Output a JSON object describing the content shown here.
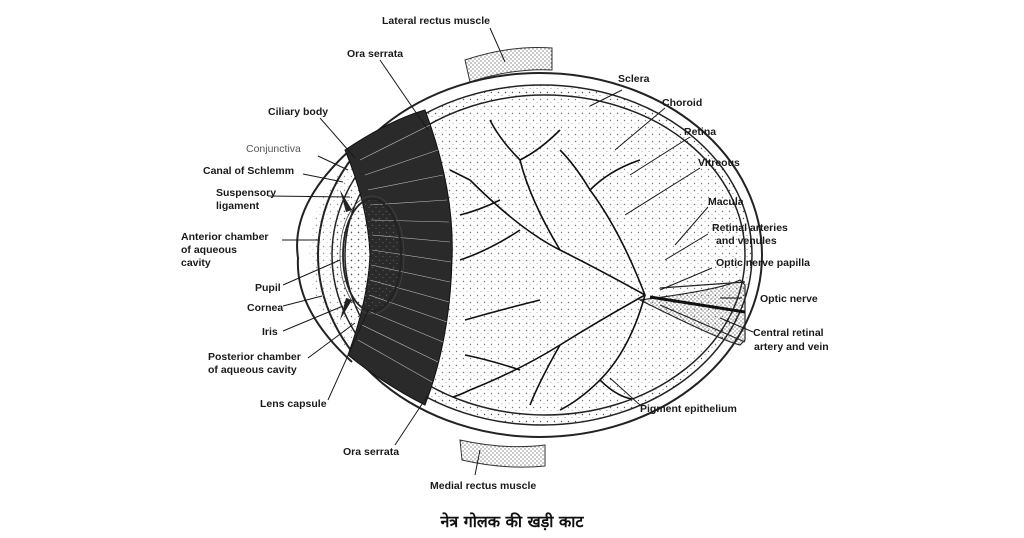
{
  "caption": "नेत्र गोलक की खड़ी काट",
  "labels": {
    "lateral_rectus": "Lateral rectus muscle",
    "ora_serrata_top": "Ora serrata",
    "sclera": "Sclera",
    "choroid": "Choroid",
    "ciliary_body": "Ciliary body",
    "retina": "Retina",
    "conjunctiva": "Conjunctiva",
    "vitreous": "Vitreous",
    "canal_schlemm": "Canal of Schlemm",
    "suspensory_1": "Suspensory",
    "suspensory_2": "ligament",
    "macula": "Macula",
    "retinal_arteries_1": "Retinal arteries",
    "retinal_arteries_2": "and venules",
    "anterior_1": "Anterior chamber",
    "anterior_2": "of aqueous",
    "anterior_3": "cavity",
    "optic_papilla": "Optic nerve papilla",
    "pupil": "Pupil",
    "optic_nerve": "Optic nerve",
    "cornea": "Cornea",
    "iris": "Iris",
    "central_retinal_1": "Central retinal",
    "central_retinal_2": "artery and vein",
    "posterior_1": "Posterior chamber",
    "posterior_2": "of aqueous cavity",
    "lens_capsule": "Lens capsule",
    "pigment_epithelium": "Pigment epithelium",
    "ora_serrata_bottom": "Ora serrata",
    "medial_rectus": "Medial rectus muscle"
  }
}
